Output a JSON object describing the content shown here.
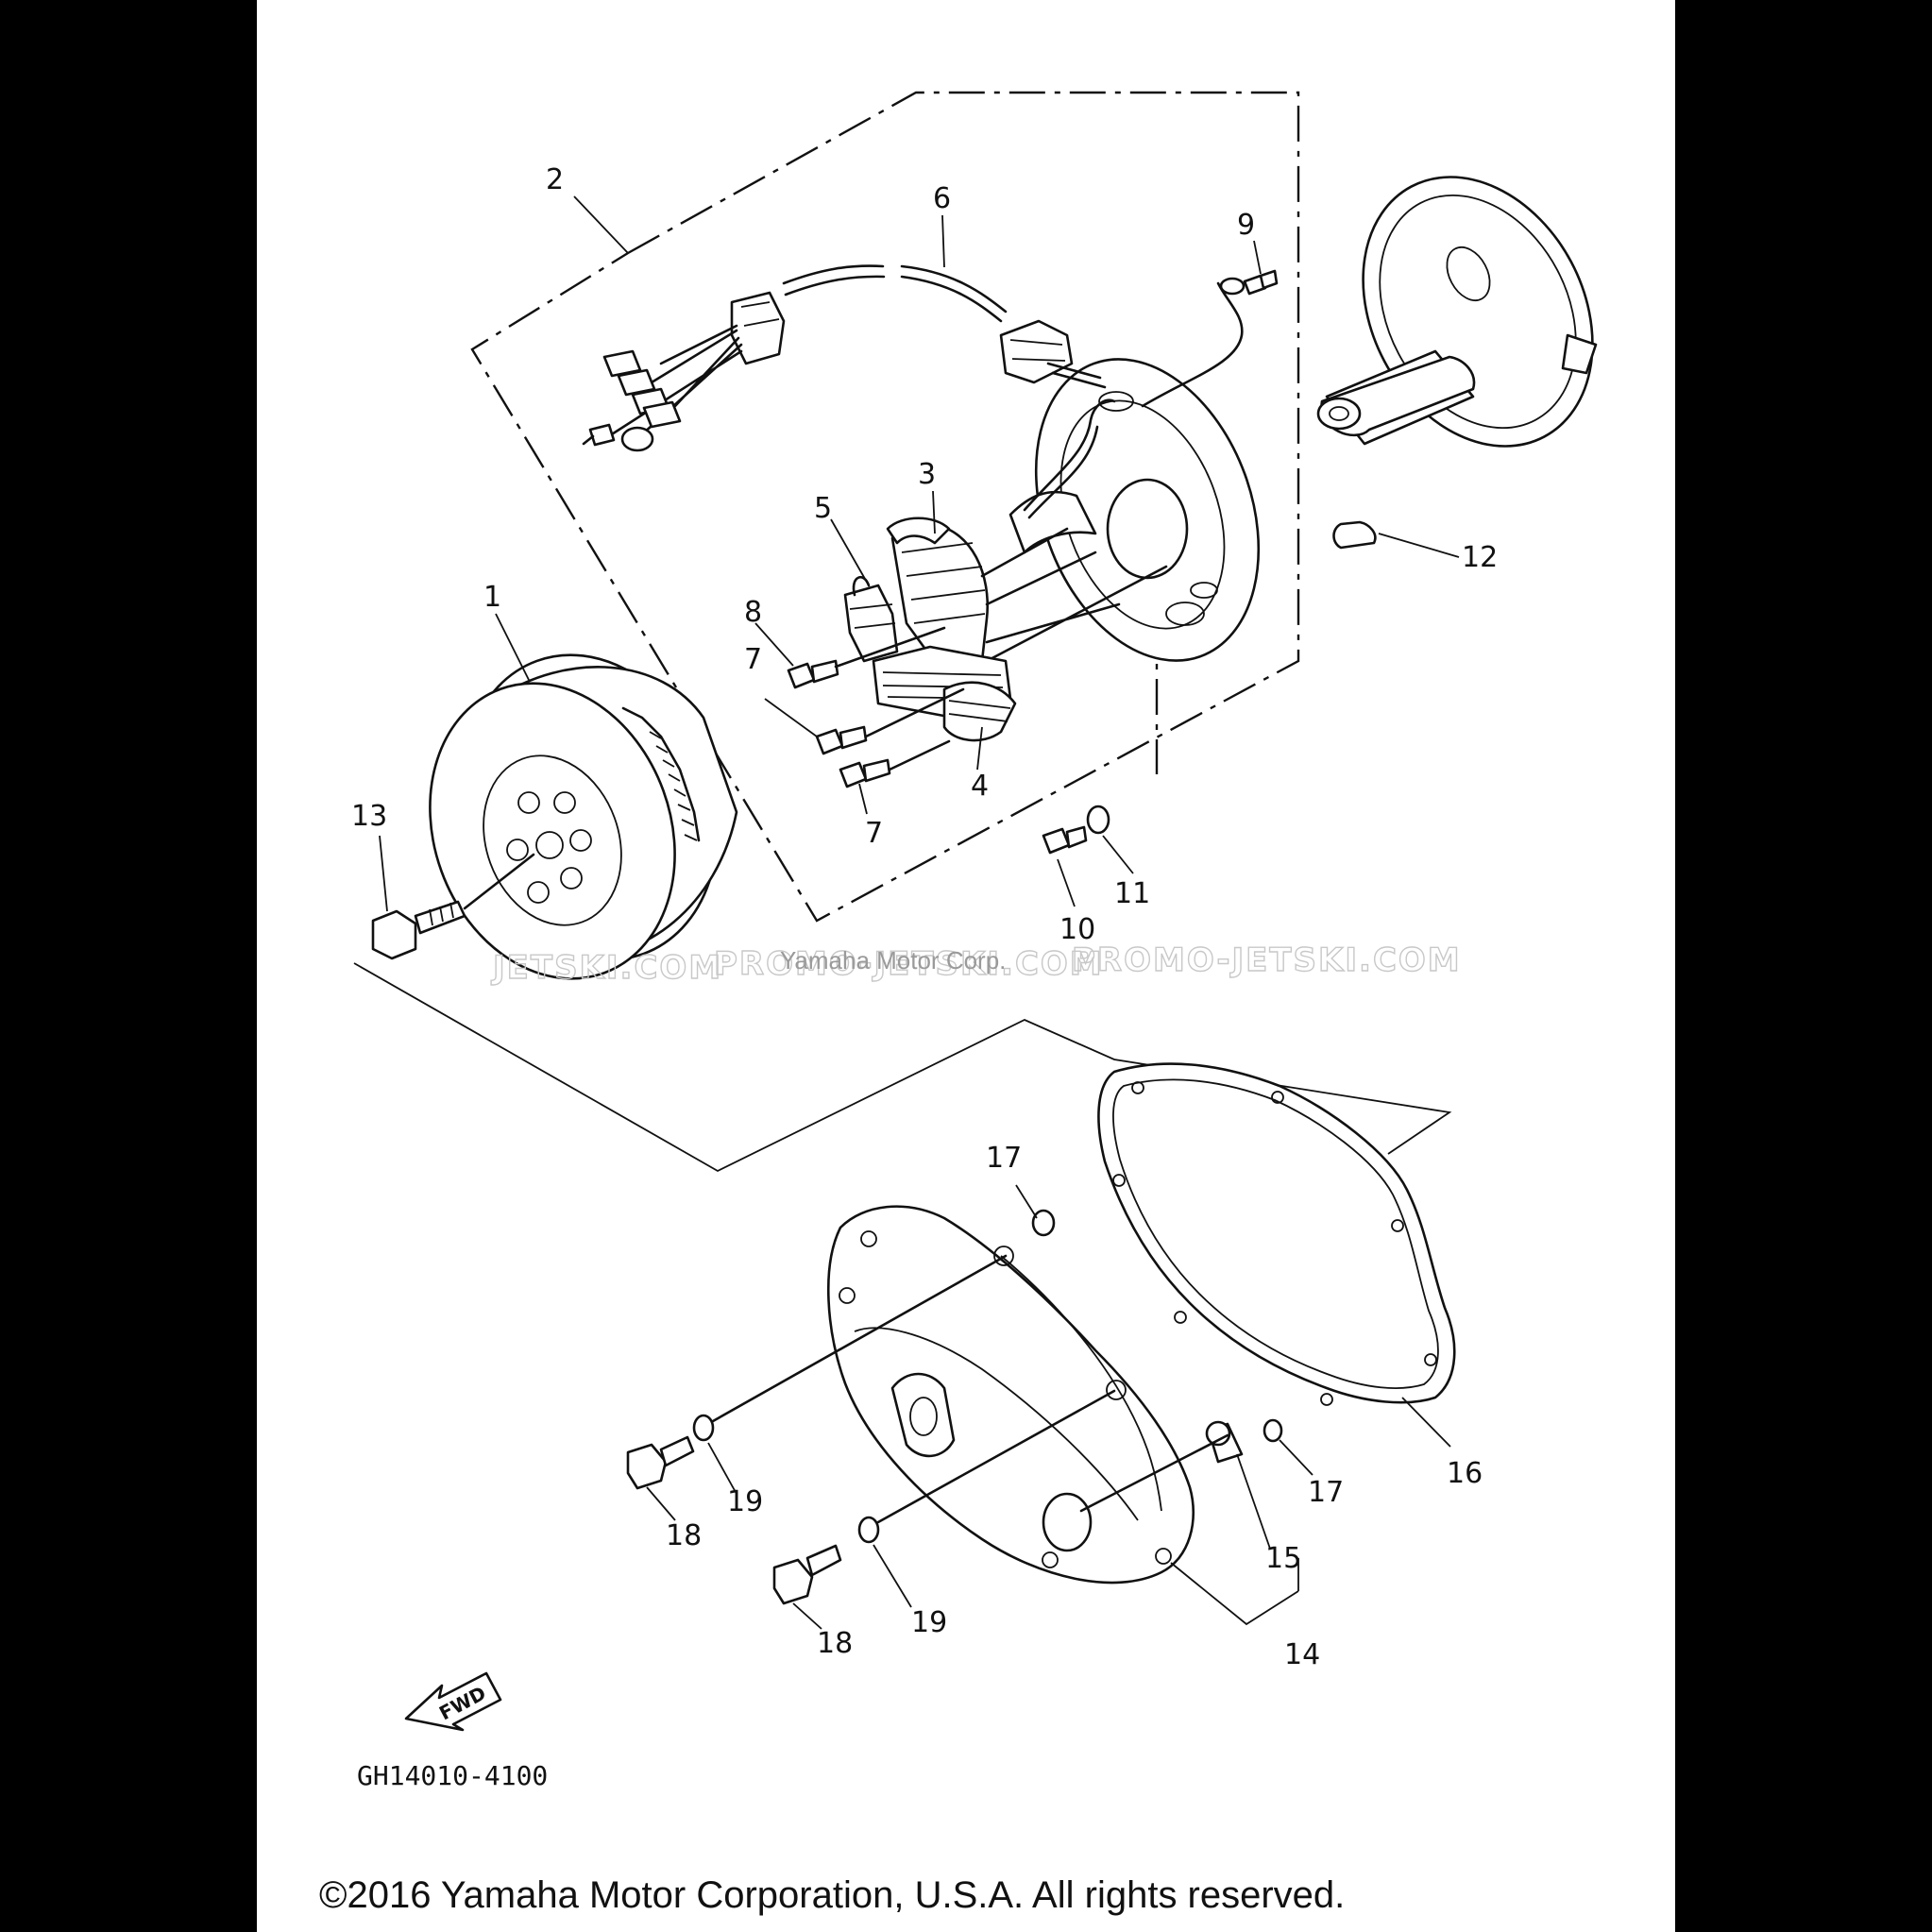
{
  "diagram": {
    "callouts": [
      {
        "id": "p1",
        "label": "1"
      },
      {
        "id": "p2",
        "label": "2"
      },
      {
        "id": "p3",
        "label": "3"
      },
      {
        "id": "p4",
        "label": "4"
      },
      {
        "id": "p5",
        "label": "5"
      },
      {
        "id": "p6",
        "label": "6"
      },
      {
        "id": "p7a",
        "label": "7"
      },
      {
        "id": "p7b",
        "label": "7"
      },
      {
        "id": "p8",
        "label": "8"
      },
      {
        "id": "p9",
        "label": "9"
      },
      {
        "id": "p10",
        "label": "10"
      },
      {
        "id": "p11",
        "label": "11"
      },
      {
        "id": "p12",
        "label": "12"
      },
      {
        "id": "p13",
        "label": "13"
      },
      {
        "id": "p14",
        "label": "14"
      },
      {
        "id": "p15",
        "label": "15"
      },
      {
        "id": "p16",
        "label": "16"
      },
      {
        "id": "p17a",
        "label": "17"
      },
      {
        "id": "p17b",
        "label": "17"
      },
      {
        "id": "p18a",
        "label": "18"
      },
      {
        "id": "p18b",
        "label": "18"
      },
      {
        "id": "p19a",
        "label": "19"
      },
      {
        "id": "p19b",
        "label": "19"
      }
    ],
    "direction_label": "FWD",
    "drawing_code": "GH14010-4100"
  },
  "watermark": {
    "repeat_text": [
      "JETSKI.COM",
      "PROMO-JETSKI.COM",
      "PROMO-JETSKI.COM"
    ],
    "overlay_text": "Yamaha Motor Corp."
  },
  "footer": {
    "copyright": "©2016 Yamaha Motor Corporation, U.S.A. All rights reserved."
  }
}
